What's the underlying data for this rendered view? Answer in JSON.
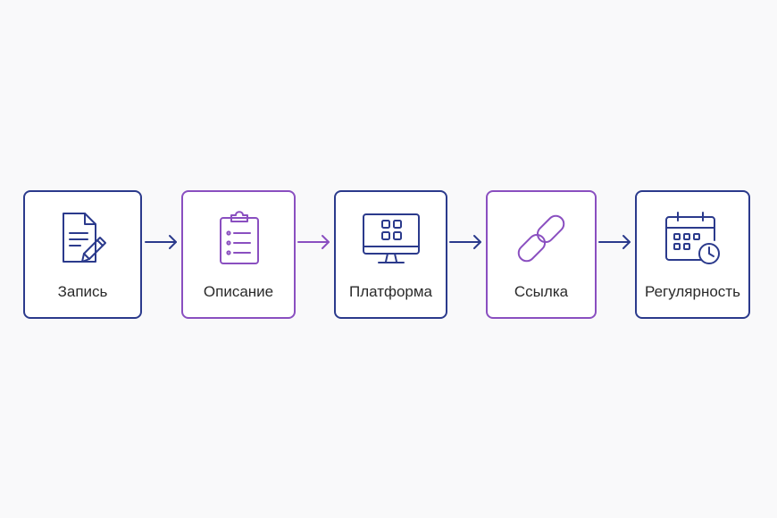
{
  "steps": [
    {
      "label": "Запись",
      "icon": "document-pencil-icon"
    },
    {
      "label": "Описание",
      "icon": "clipboard-list-icon"
    },
    {
      "label": "Платформа",
      "icon": "monitor-grid-icon"
    },
    {
      "label": "Ссылка",
      "icon": "link-icon"
    },
    {
      "label": "Регулярность",
      "icon": "calendar-clock-icon"
    }
  ],
  "colors": {
    "navy": "#2b3a8c",
    "purple": "#8a4fc0",
    "text": "#2a2a2a",
    "background": "#f9f9fa"
  }
}
